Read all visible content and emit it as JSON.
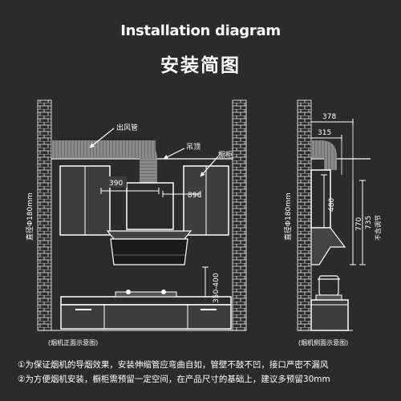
{
  "title_en": "Installation diagram",
  "title_cn": "安装简图",
  "front": {
    "label_duct": "出风管",
    "label_ceiling": "吊顶",
    "label_cabinet": "橱柜",
    "dim_390": "390",
    "dim_896": "896",
    "dim_diameter": "直径Φ180mm",
    "dim_height": "350-400",
    "caption": "(烟机正面示意图)"
  },
  "side": {
    "dim_378": "378",
    "dim_315": "315",
    "dim_480": "480",
    "dim_770": "770",
    "dim_735": "735",
    "note_adjustable": "不含调节",
    "dim_diameter": "直径Φ180mm",
    "caption": "(烟机侧面示意图)"
  },
  "notes": [
    "①为保证烟机的导烟效果，安装伸缩管应弯曲自如，管壁不鼓不凹，接口严密不漏风",
    "②为方便烟机安装，橱柜需预留一定空间，在产品尺寸的基础上，建议多预留30mm"
  ],
  "colors": {
    "background": "#2b2b2b",
    "line": "#ffffff",
    "cabinet": "#3d3d3d",
    "duct": "#7a7a7a"
  }
}
